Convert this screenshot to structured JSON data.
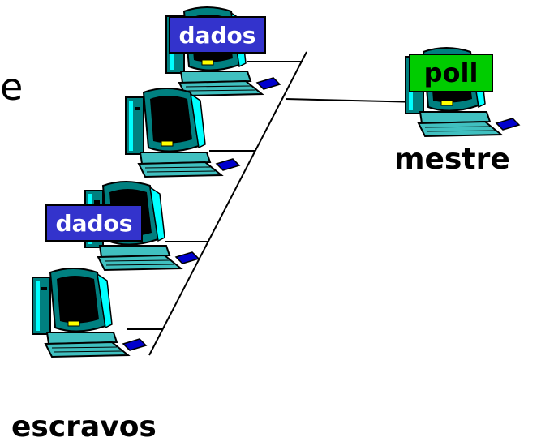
{
  "diagram": {
    "labels": {
      "mestre": "mestre",
      "escravos": "escravos"
    },
    "tags": {
      "top_slave": "dados",
      "third_slave": "dados",
      "master": "poll"
    },
    "partial_text": "e",
    "colors": {
      "dados_tag": "#3333cc",
      "poll_tag": "#00cc00",
      "monitor_body": "#008080",
      "screen": "#000000",
      "highlight": "#00ffff",
      "keyboard": "#40c0c0",
      "bus_line": "#000000"
    }
  }
}
